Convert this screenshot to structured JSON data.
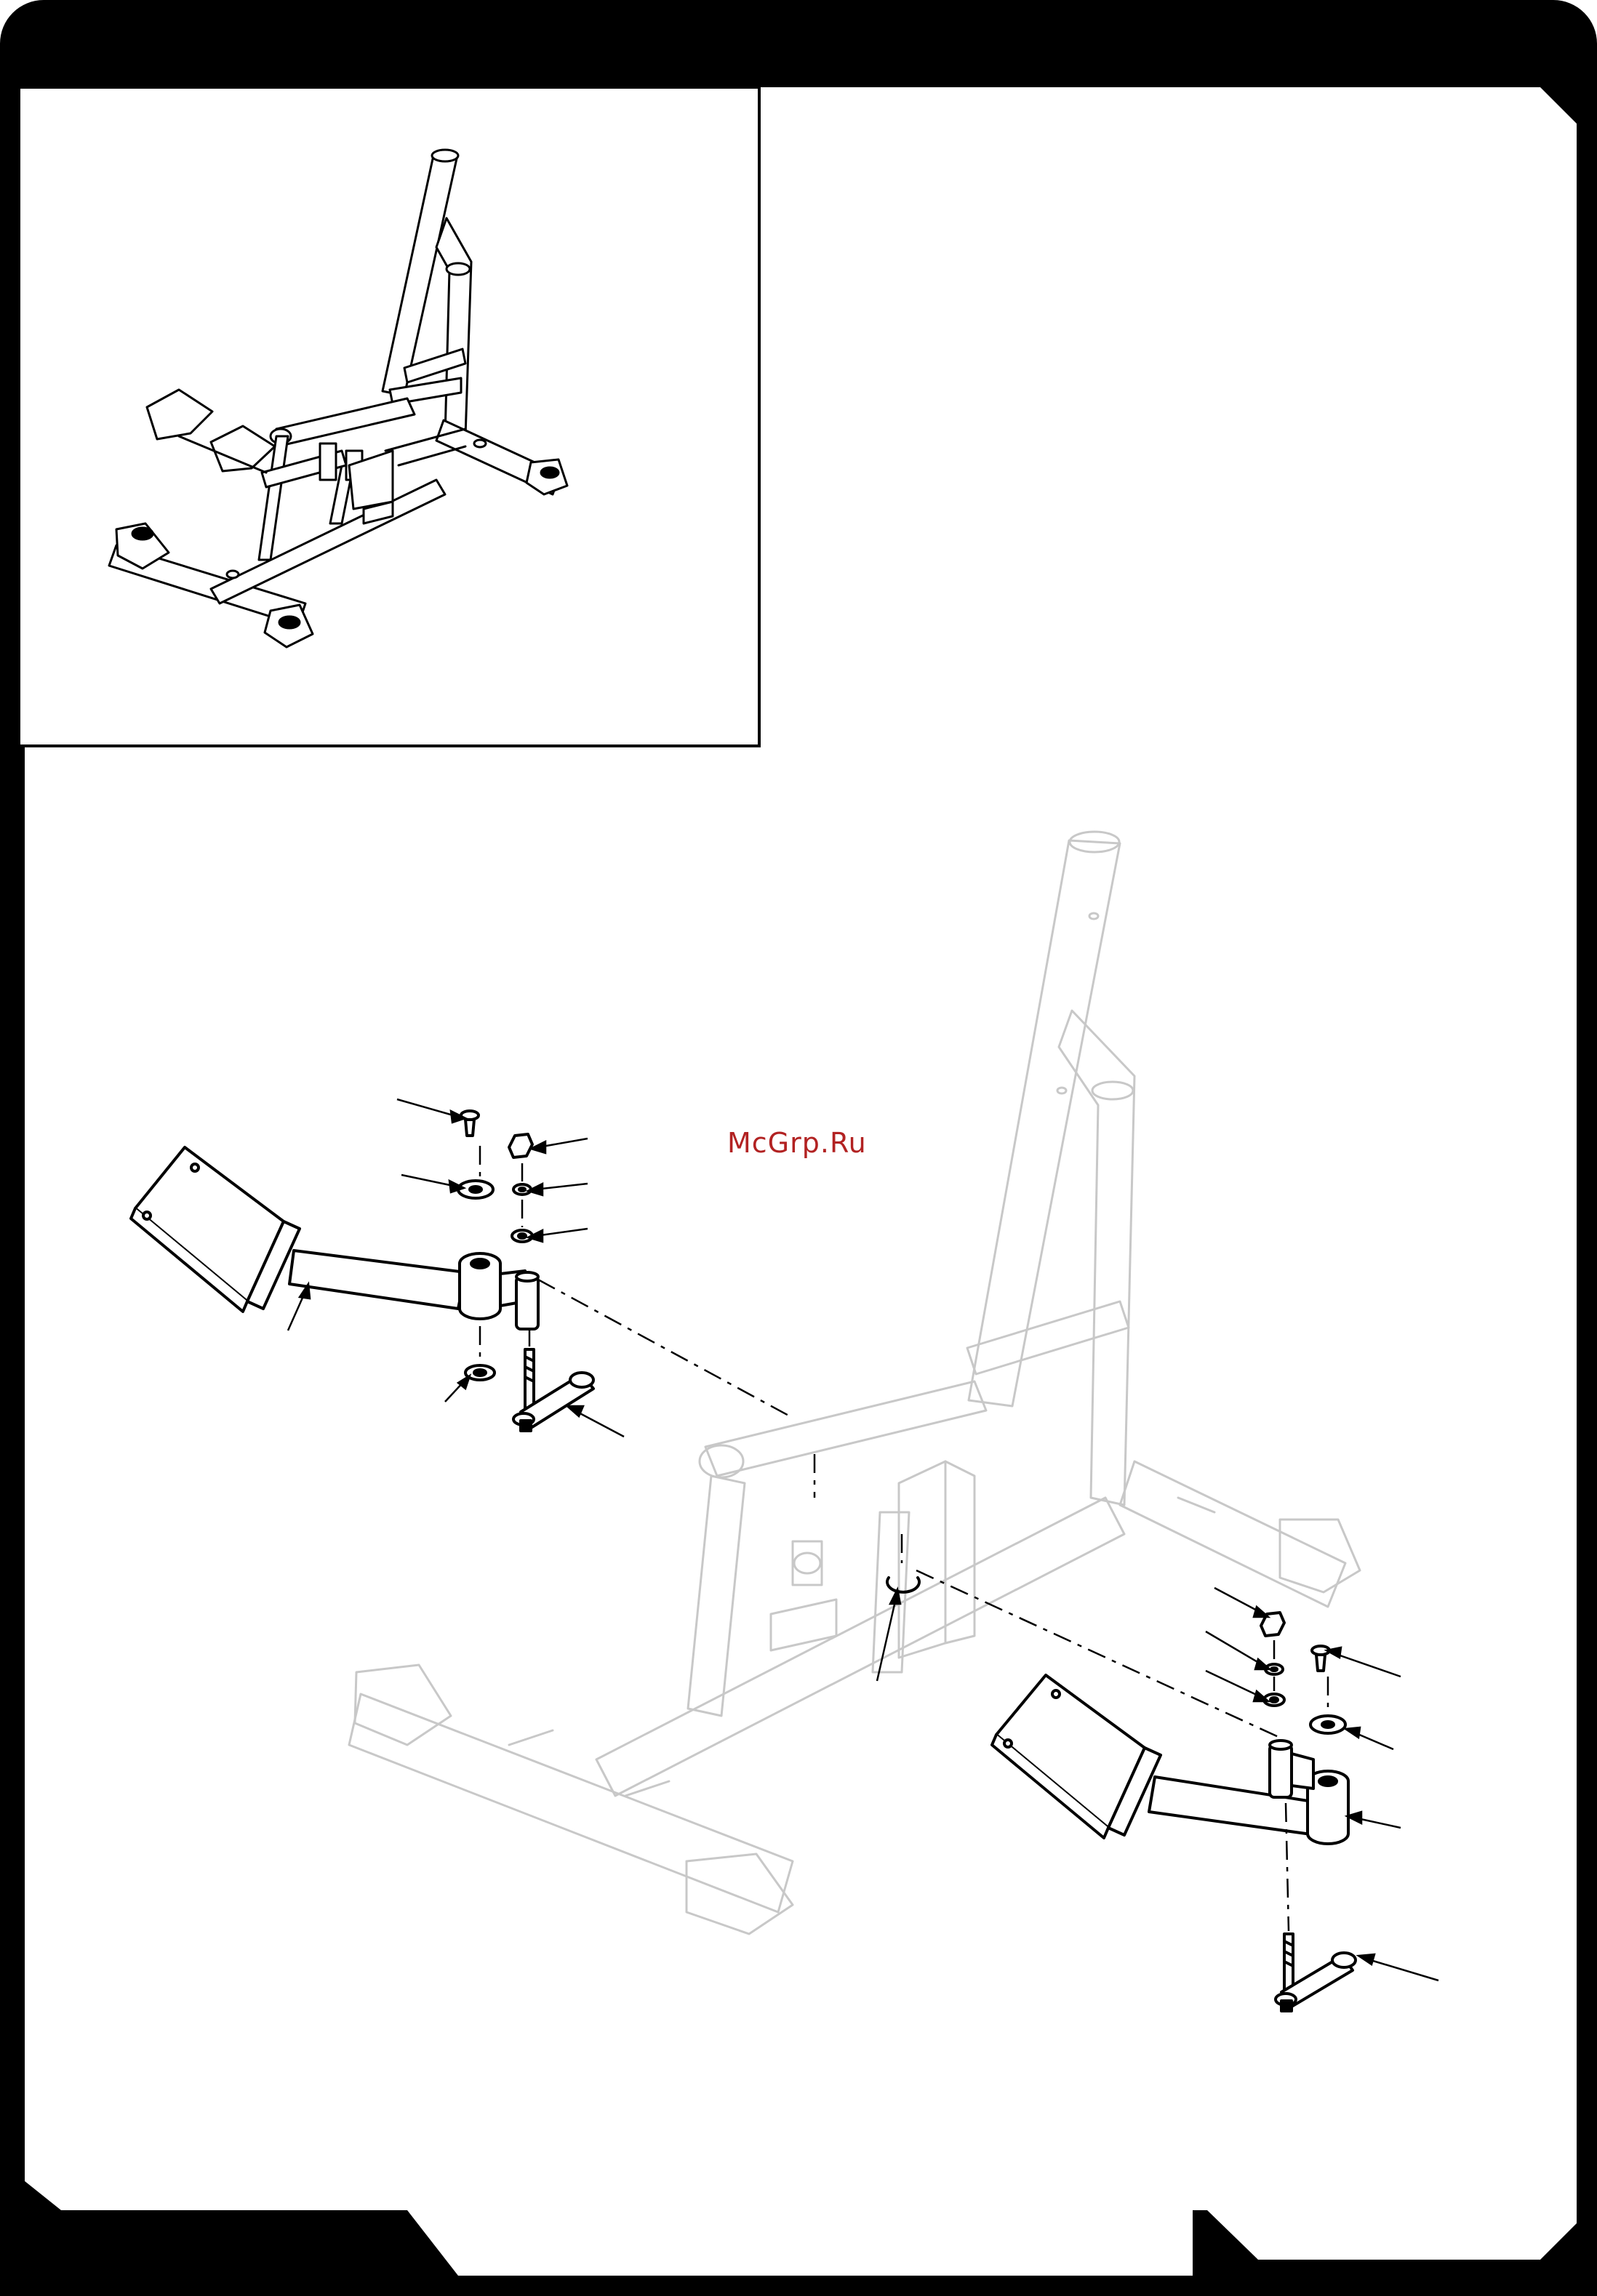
{
  "page": {
    "watermark": "McGrp.Ru"
  },
  "colors": {
    "frame": "#000000",
    "paper": "#ffffff",
    "line": "#000000",
    "faint_line": "#c8c8c8",
    "watermark": "#b22222"
  },
  "icons": {
    "overview": "machine-overview-drawing",
    "assembly": "exploded-arm-assembly-drawing"
  }
}
